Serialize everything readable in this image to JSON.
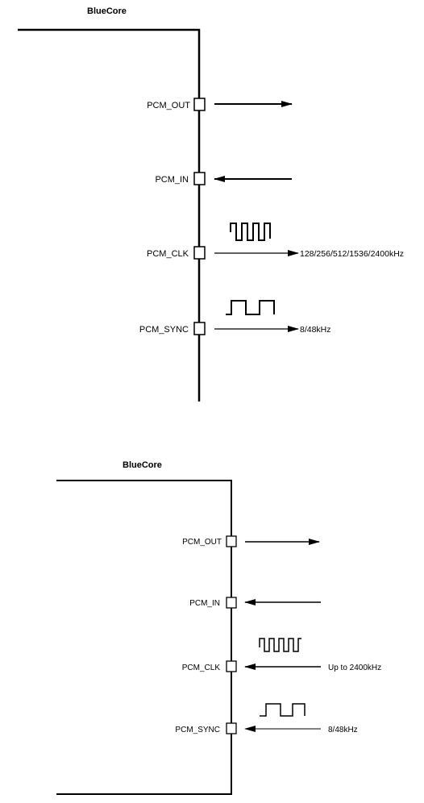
{
  "diagram_top": {
    "title": "BlueCore",
    "pins": {
      "out": "PCM_OUT",
      "in": "PCM_IN",
      "clk": "PCM_CLK",
      "sync": "PCM_SYNC"
    },
    "clk_freq": "128/256/512/1536/2400kHz",
    "sync_freq": "8/48kHz"
  },
  "diagram_bottom": {
    "title": "BlueCore",
    "pins": {
      "out": "PCM_OUT",
      "in": "PCM_IN",
      "clk": "PCM_CLK",
      "sync": "PCM_SYNC"
    },
    "clk_freq": "Up to 2400kHz",
    "sync_freq": "8/48kHz"
  }
}
